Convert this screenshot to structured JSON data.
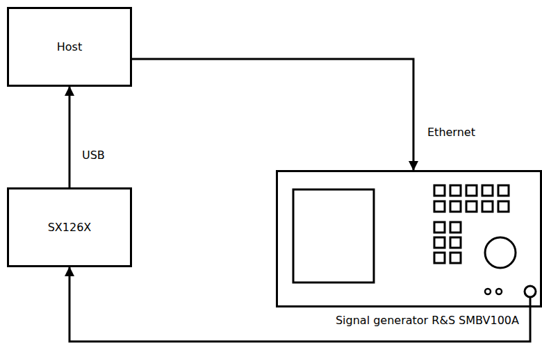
{
  "diagram": {
    "nodes": [
      {
        "text": [
          "Host"
        ]
      },
      {
        "text": [
          "SX126X"
        ]
      },
      {
        "text": [
          "Signal generator R&S SMBV100A"
        ]
      }
    ],
    "edges": [
      {
        "from": 1,
        "to": 0,
        "label": "USB",
        "arrow": "to"
      },
      {
        "from": 0,
        "to": 2,
        "label": "Ethernet",
        "arrow": "to"
      },
      {
        "from": 2,
        "to": 1,
        "arrow": "to"
      }
    ]
  }
}
